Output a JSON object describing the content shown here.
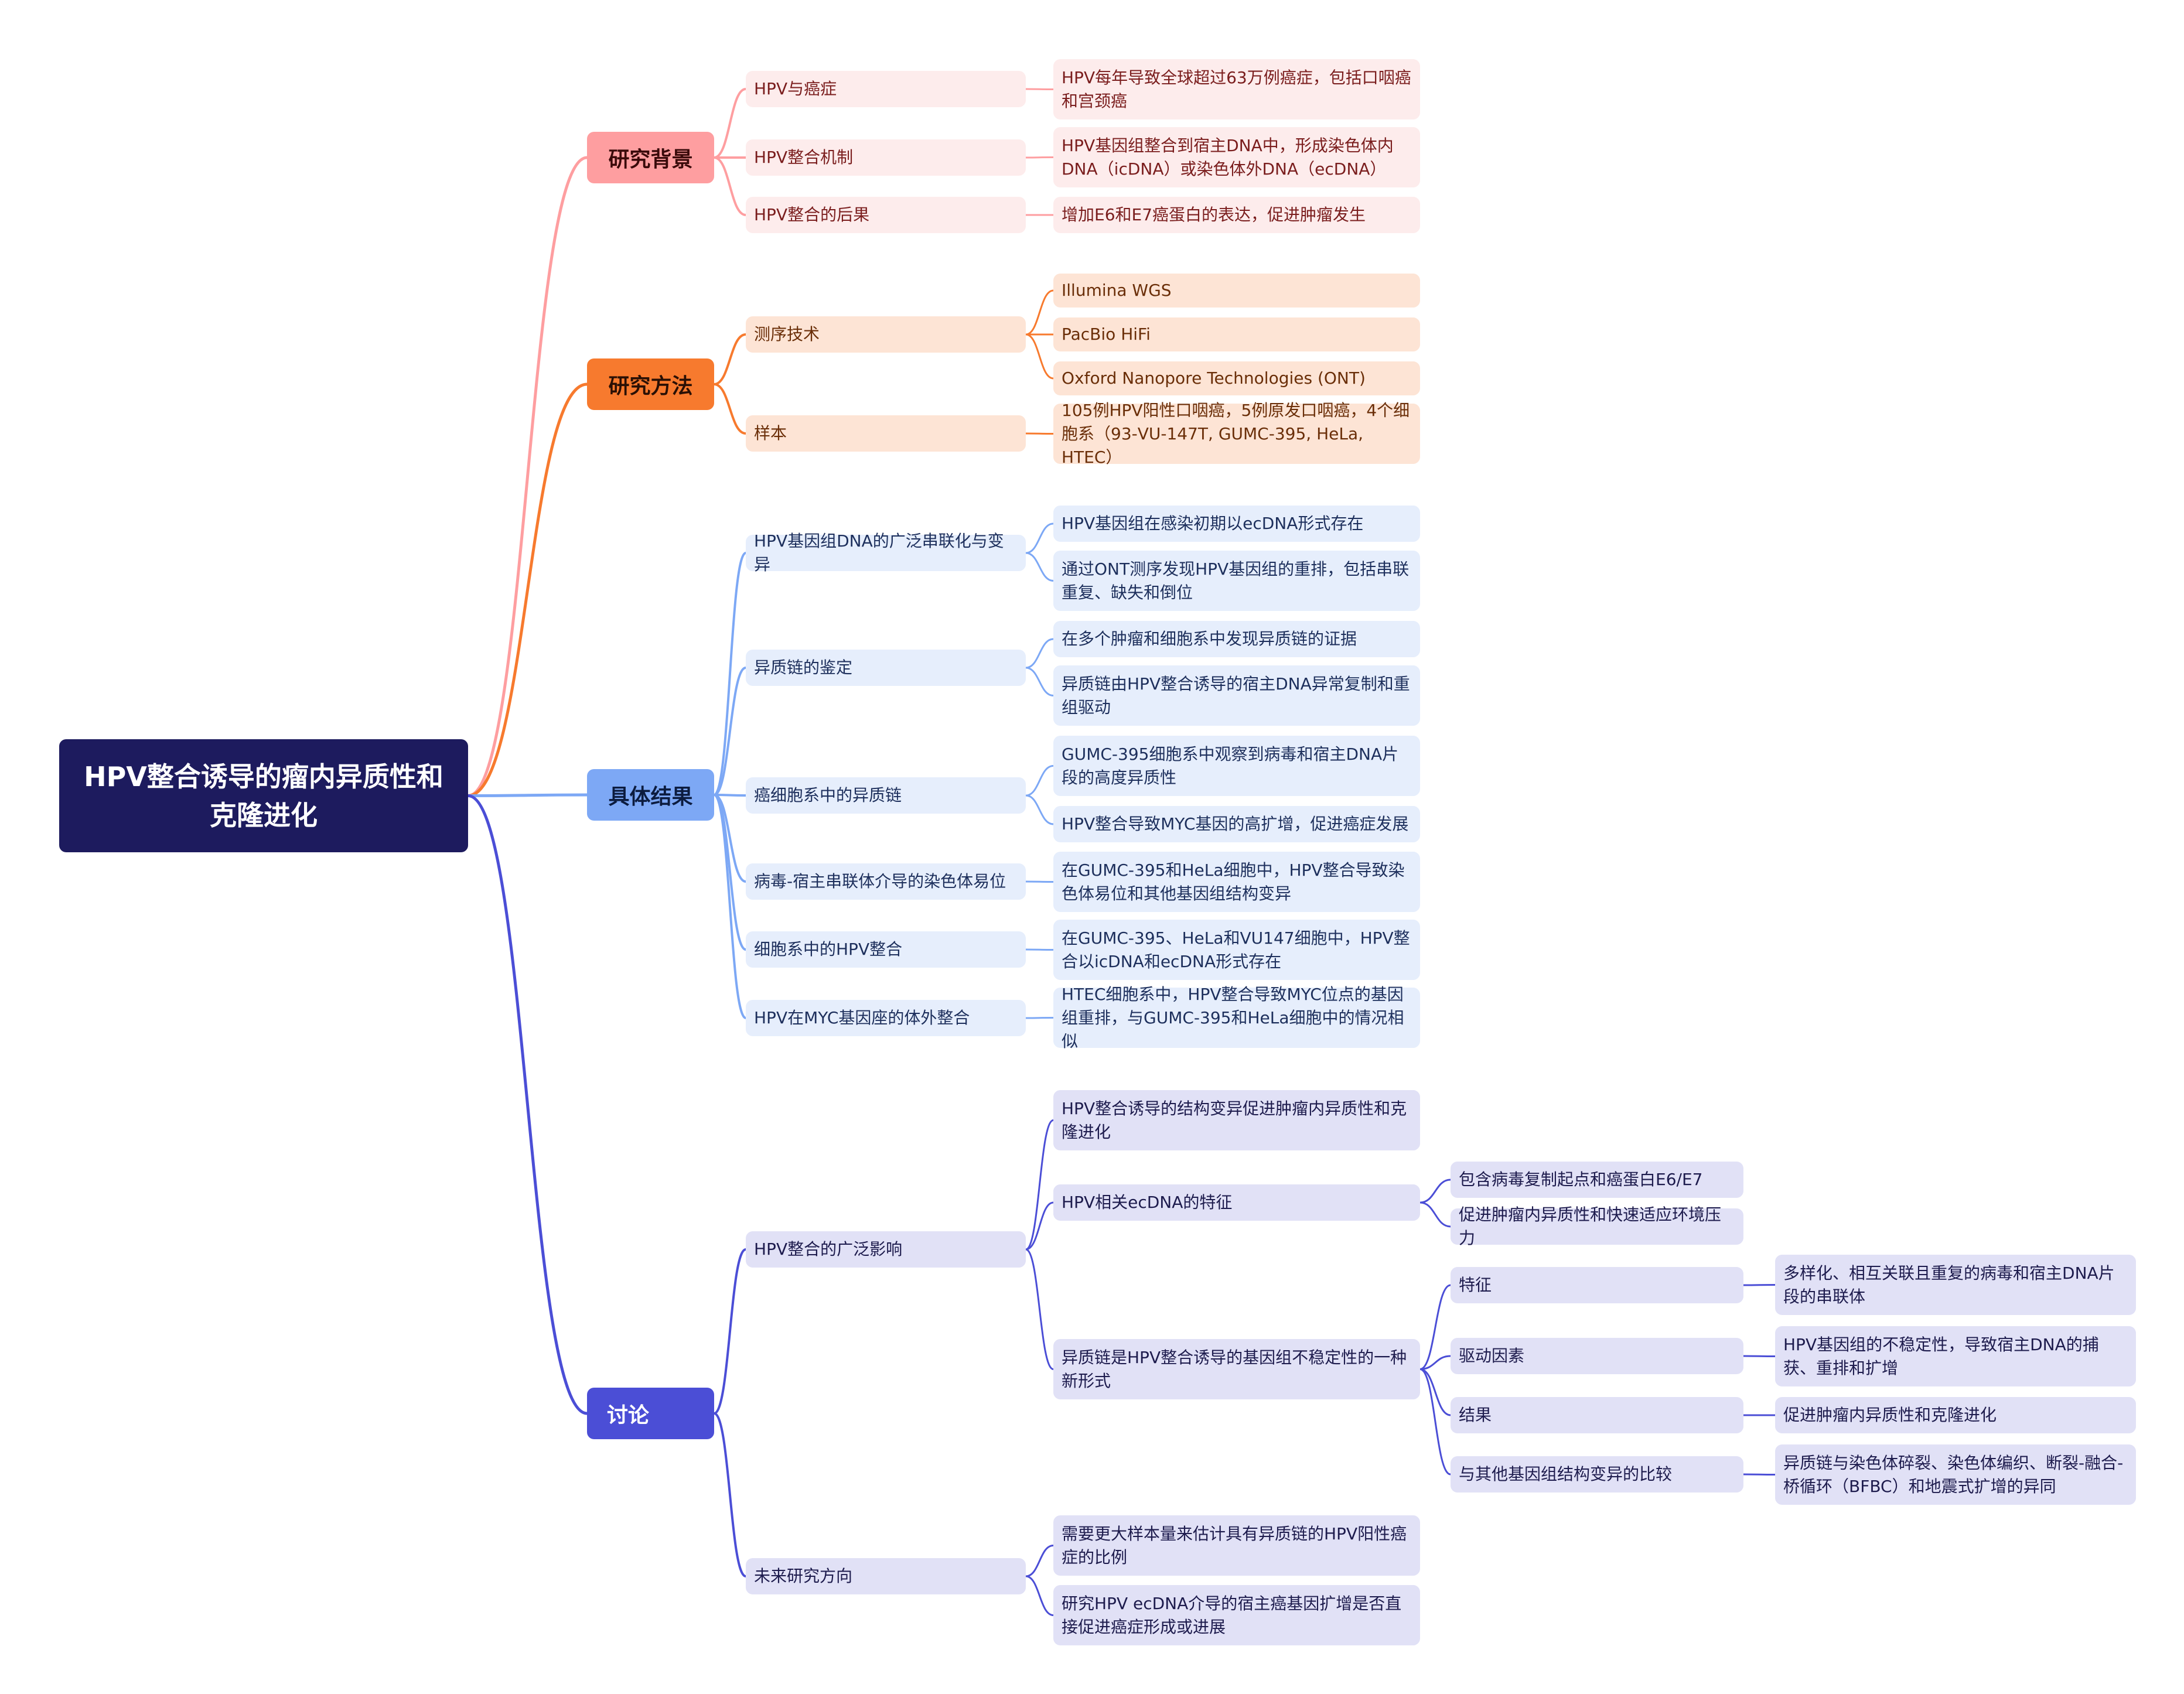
{
  "root": {
    "title": "HPV整合诱导的瘤内异质性和克隆进化"
  },
  "colors": {
    "root": "#1d1b5e",
    "background": "#fe9ea0",
    "methods": "#f77a2e",
    "results": "#7da8f5",
    "discussion": "#4b4ed6"
  },
  "branches": {
    "background": {
      "label": "研究背景",
      "items": [
        {
          "label": "HPV与癌症",
          "details": [
            "HPV每年导致全球超过63万例癌症，包括口咽癌和宫颈癌"
          ]
        },
        {
          "label": "HPV整合机制",
          "details": [
            "HPV基因组整合到宿主DNA中，形成染色体内DNA（icDNA）或染色体外DNA（ecDNA）"
          ]
        },
        {
          "label": "HPV整合的后果",
          "details": [
            "增加E6和E7癌蛋白的表达，促进肿瘤发生"
          ]
        }
      ]
    },
    "methods": {
      "label": "研究方法",
      "items": [
        {
          "label": "测序技术",
          "details": [
            "Illumina WGS",
            "PacBio HiFi",
            "Oxford Nanopore Technologies (ONT)"
          ]
        },
        {
          "label": "样本",
          "details": [
            "105例HPV阳性口咽癌，5例原发口咽癌，4个细胞系（93-VU-147T, GUMC-395, HeLa, HTEC）"
          ]
        }
      ]
    },
    "results": {
      "label": "具体结果",
      "items": [
        {
          "label": "HPV基因组DNA的广泛串联化与变异",
          "details": [
            "HPV基因组在感染初期以ecDNA形式存在",
            "通过ONT测序发现HPV基因组的重排，包括串联重复、缺失和倒位"
          ]
        },
        {
          "label": "异质链的鉴定",
          "details": [
            "在多个肿瘤和细胞系中发现异质链的证据",
            "异质链由HPV整合诱导的宿主DNA异常复制和重组驱动"
          ]
        },
        {
          "label": "癌细胞系中的异质链",
          "details": [
            "GUMC-395细胞系中观察到病毒和宿主DNA片段的高度异质性",
            "HPV整合导致MYC基因的高扩增，促进癌症发展"
          ]
        },
        {
          "label": "病毒-宿主串联体介导的染色体易位",
          "details": [
            "在GUMC-395和HeLa细胞中，HPV整合导致染色体易位和其他基因组结构变异"
          ]
        },
        {
          "label": "细胞系中的HPV整合",
          "details": [
            "在GUMC-395、HeLa和VU147细胞中，HPV整合以icDNA和ecDNA形式存在"
          ]
        },
        {
          "label": "HPV在MYC基因座的体外整合",
          "details": [
            "HTEC细胞系中，HPV整合导致MYC位点的基因组重排，与GUMC-395和HeLa细胞中的情况相似"
          ]
        }
      ]
    },
    "discussion": {
      "label": "讨论",
      "items": [
        {
          "label": "HPV整合的广泛影响",
          "children": [
            {
              "label": "HPV整合诱导的结构变异促进肿瘤内异质性和克隆进化"
            },
            {
              "label": "HPV相关ecDNA的特征",
              "details": [
                "包含病毒复制起点和癌蛋白E6/E7",
                "促进肿瘤内异质性和快速适应环境压力"
              ]
            },
            {
              "label": "异质链是HPV整合诱导的基因组不稳定性的一种新形式",
              "children": [
                {
                  "label": "特征",
                  "detail": "多样化、相互关联且重复的病毒和宿主DNA片段的串联体"
                },
                {
                  "label": "驱动因素",
                  "detail": "HPV基因组的不稳定性，导致宿主DNA的捕获、重排和扩增"
                },
                {
                  "label": "结果",
                  "detail": "促进肿瘤内异质性和克隆进化"
                },
                {
                  "label": "与其他基因组结构变异的比较",
                  "detail": "异质链与染色体碎裂、染色体编织、断裂-融合-桥循环（BFBC）和地震式扩增的异同"
                }
              ]
            }
          ]
        },
        {
          "label": "未来研究方向",
          "details": [
            "需要更大样本量来估计具有异质链的HPV阳性癌症的比例",
            "研究HPV ecDNA介导的宿主癌基因扩增是否直接促进癌症形成或进展"
          ]
        }
      ]
    }
  }
}
